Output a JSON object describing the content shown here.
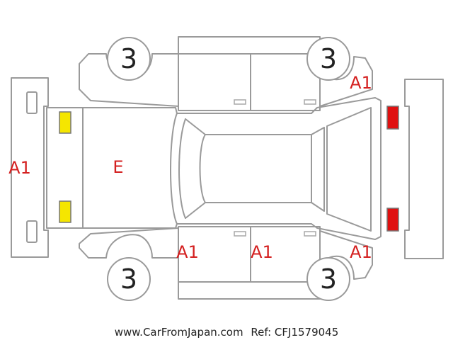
{
  "colors": {
    "mark_text": "#d42020",
    "outline": "#9a9a9a",
    "yellow_lamp": "#f5e600",
    "red_lamp": "#e01010"
  },
  "wheel_grades": [
    "3",
    "3",
    "3",
    "3"
  ],
  "damage_marks": {
    "front_bumper": "A1",
    "hood": "E",
    "rear_right_fender": "A1",
    "front_left_door": "A1",
    "rear_left_door": "A1",
    "rear_left_fender": "A1"
  },
  "footer": {
    "site": "www.CarFromJapan.com",
    "ref": "Ref: CFJ1579045"
  }
}
